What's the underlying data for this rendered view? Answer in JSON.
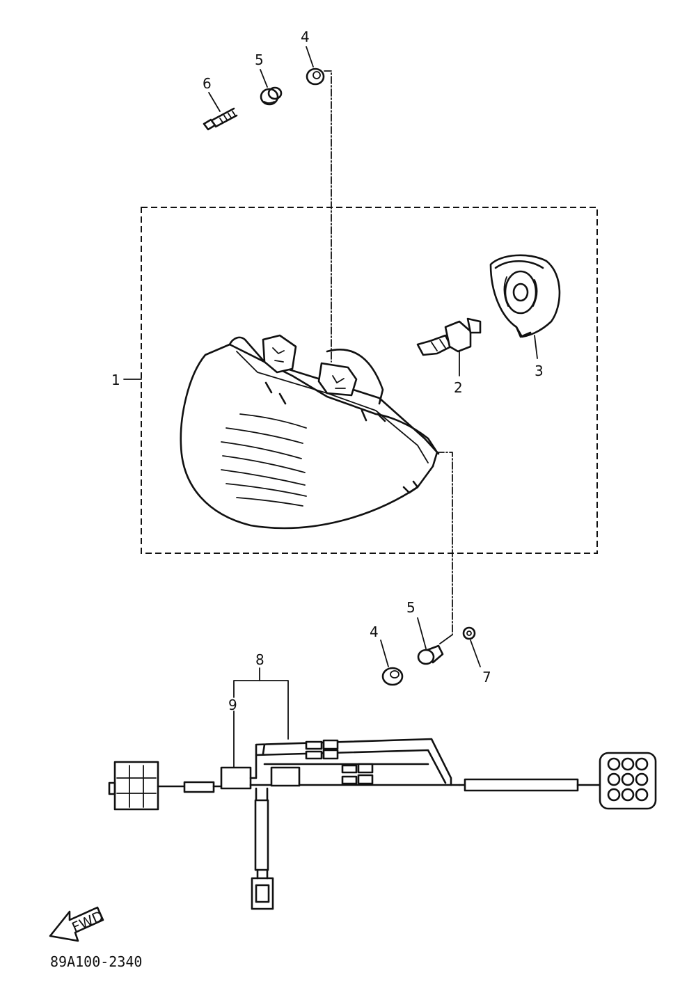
{
  "diagram": {
    "part_labels": {
      "p1": "1",
      "p2": "2",
      "p3": "3",
      "p4_top": "4",
      "p5_top": "5",
      "p6": "6",
      "p4_bottom": "4",
      "p5_bottom": "5",
      "p7": "7",
      "p8": "8",
      "p9": "9"
    },
    "fwd_label": "FWD",
    "drawing_code": "89A100-2340"
  }
}
